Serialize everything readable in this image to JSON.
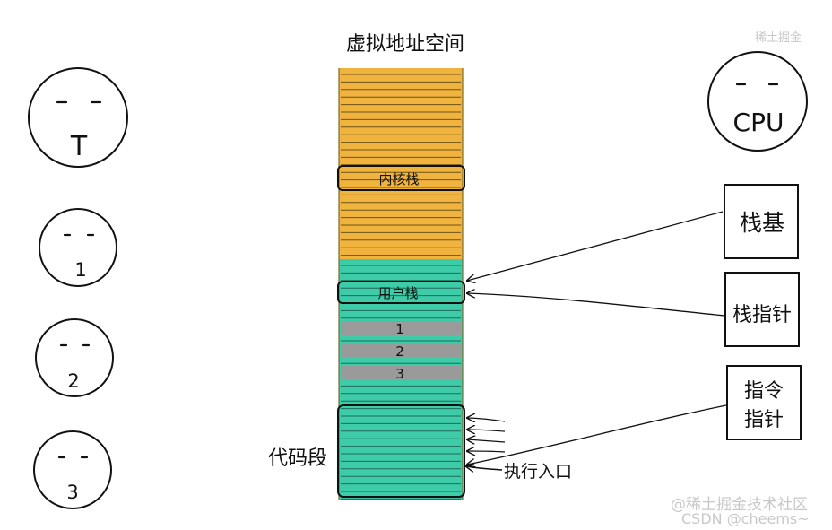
{
  "title": "虚拟地址空间",
  "threads": [
    {
      "label": "T"
    },
    {
      "label": "1"
    },
    {
      "label": "2"
    },
    {
      "label": "3"
    }
  ],
  "cpu": {
    "label": "CPU"
  },
  "registers": [
    {
      "lines": [
        "栈基"
      ]
    },
    {
      "lines": [
        "栈指针"
      ]
    },
    {
      "lines": [
        "指令",
        "指针"
      ]
    }
  ],
  "memory": {
    "kernel_stack": "内核栈",
    "user_stack": "用户栈",
    "thread_stacks": [
      "1",
      "2",
      "3"
    ],
    "code_segment": "代码段",
    "entry": "执行入口"
  },
  "colors": {
    "kernel_region": "#f0b33e",
    "user_region": "#3ecba8",
    "thread_stack": "#9a9a9a",
    "ink": "#111111"
  },
  "watermark": {
    "line1": "@稀土掘金技术社区",
    "line2": "CSDN @cheems~",
    "corner": "稀土掘金"
  }
}
